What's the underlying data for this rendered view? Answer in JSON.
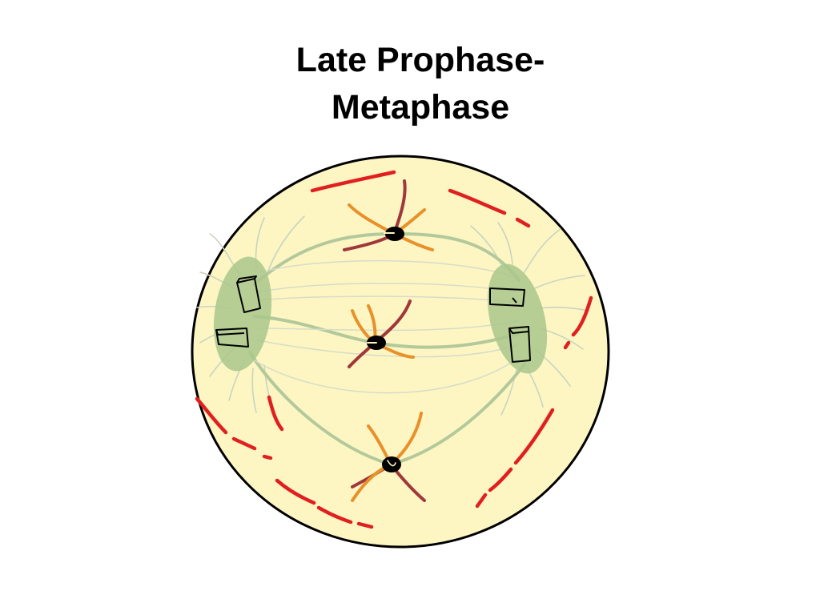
{
  "slide": {
    "title_line1": "Late Prophase-",
    "title_line2": "Metaphase"
  },
  "diagram": {
    "colors": {
      "cytoplasm": "#fdf6c3",
      "cell_outline": "#000000",
      "nuclear_envelope_fragments": "#e02020",
      "spindle_fibers": "#b3c99b",
      "astral_rays": "#c9d4c0",
      "spindle_poles": "#a9c78c",
      "centrioles": "#000000",
      "chromatid_a": "#e8902a",
      "chromatid_b": "#a0373a",
      "centromere": "#000000"
    },
    "parts": [
      "cell-membrane",
      "nuclear-envelope-fragment",
      "spindle-pole",
      "centriole-pair",
      "spindle-fiber",
      "astral-ray",
      "chromosome",
      "centromere"
    ]
  }
}
